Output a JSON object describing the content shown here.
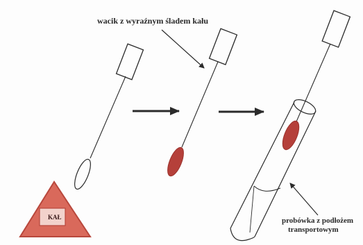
{
  "labels": {
    "swab_with_stool": "wacik z wyraźnym śladem kału",
    "tube_line1": "probówka z podłożem",
    "tube_line2": "transportowym",
    "stool_container": "KAŁ"
  },
  "colors": {
    "stool": "#b5403a",
    "container_fill": "#d9695b",
    "container_stroke": "#b8473c",
    "line": "#2b2b2b"
  }
}
